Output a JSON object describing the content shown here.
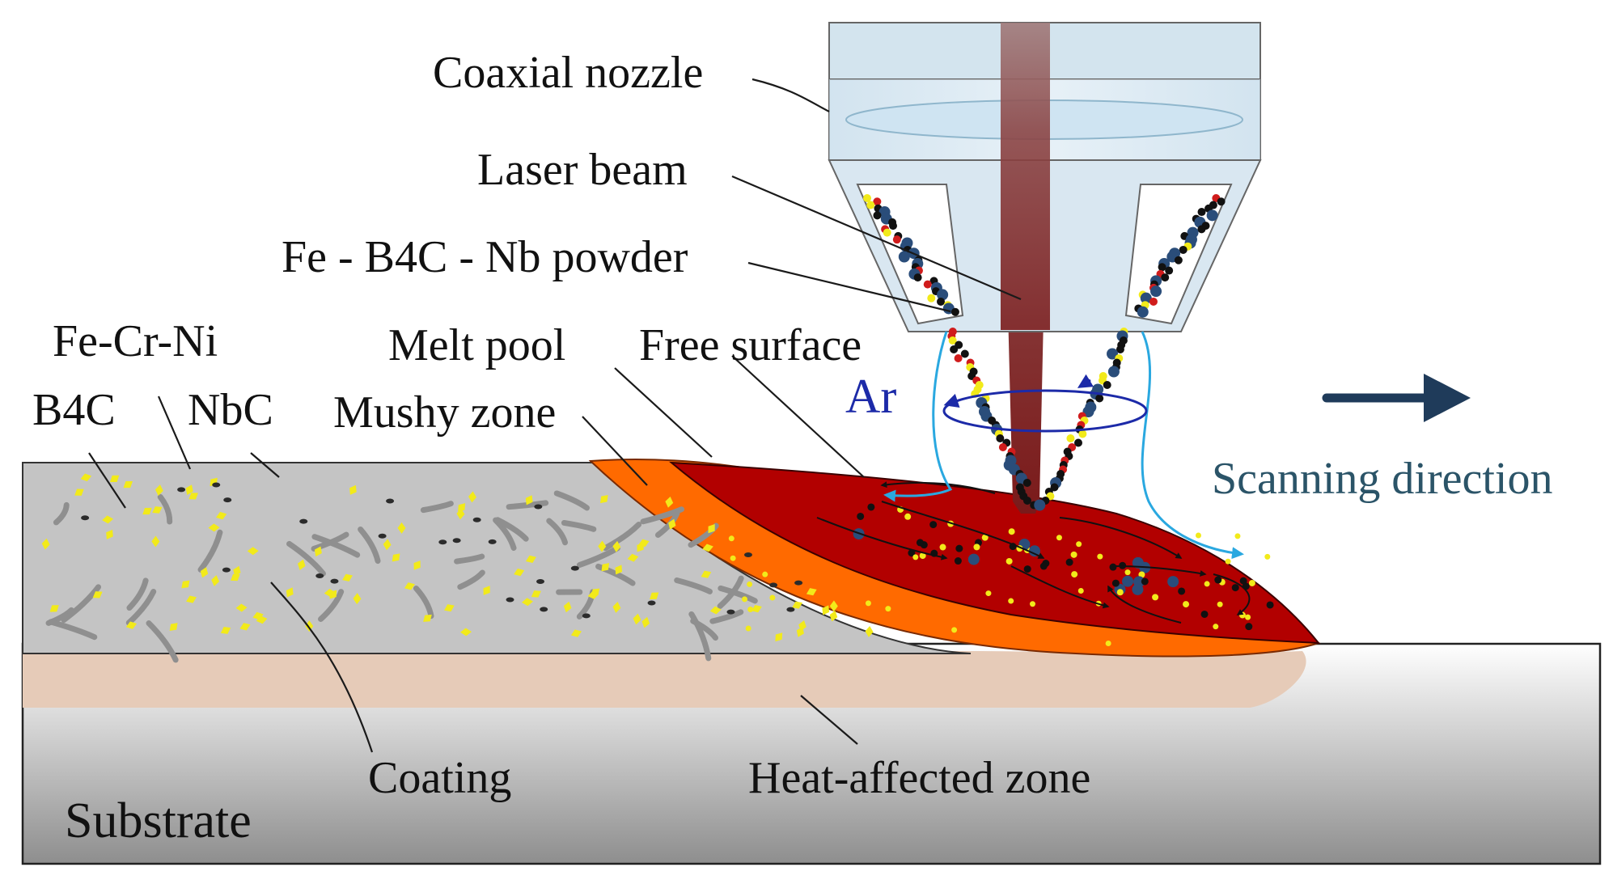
{
  "labels": {
    "coaxial_nozzle": "Coaxial  nozzle",
    "laser_beam": "Laser beam",
    "powder": "Fe - B4C - Nb powder",
    "fe_cr_ni": "Fe-Cr-Ni",
    "b4c": "B4C",
    "nbc": "NbC",
    "melt_pool": "Melt pool",
    "free_surface": "Free surface",
    "mushy_zone": "Mushy zone",
    "ar": "Ar",
    "scanning_direction": "Scanning direction",
    "coating": "Coating",
    "heat_affected_zone": "Heat-affected zone",
    "substrate": "Substrate"
  },
  "colors": {
    "coating": "#c4c4c4",
    "melt_pool": "#b20000",
    "mushy_zone": "#ff6a00",
    "heat_affected_zone": "#e6cbb8",
    "laser": "#8b2d2d",
    "nozzle_glass": "#dce9f2",
    "gas_flow": "#2aa8e0",
    "ar_text": "#1c2aa8",
    "scan_arrow": "#1f3b5a",
    "scan_text": "#2b5468",
    "nbc_particle": "#f2ea1a",
    "b4c_particle": "#2b2b2b",
    "nb_particle": "#2a4d7a",
    "fe_cr_ni_fibre": "#8f8f8f"
  }
}
